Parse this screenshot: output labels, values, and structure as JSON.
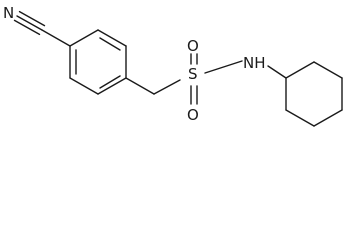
{
  "molecule": {
    "atoms": {
      "nitrile_n": "N",
      "sulfur": "S",
      "oxygen_top": "O",
      "oxygen_bottom": "O",
      "amide_nh": "NH"
    },
    "groups": [
      "nitrile",
      "benzene-ring",
      "methylene",
      "sulfonyl",
      "sulfonamide-nh",
      "cyclohexyl"
    ]
  }
}
